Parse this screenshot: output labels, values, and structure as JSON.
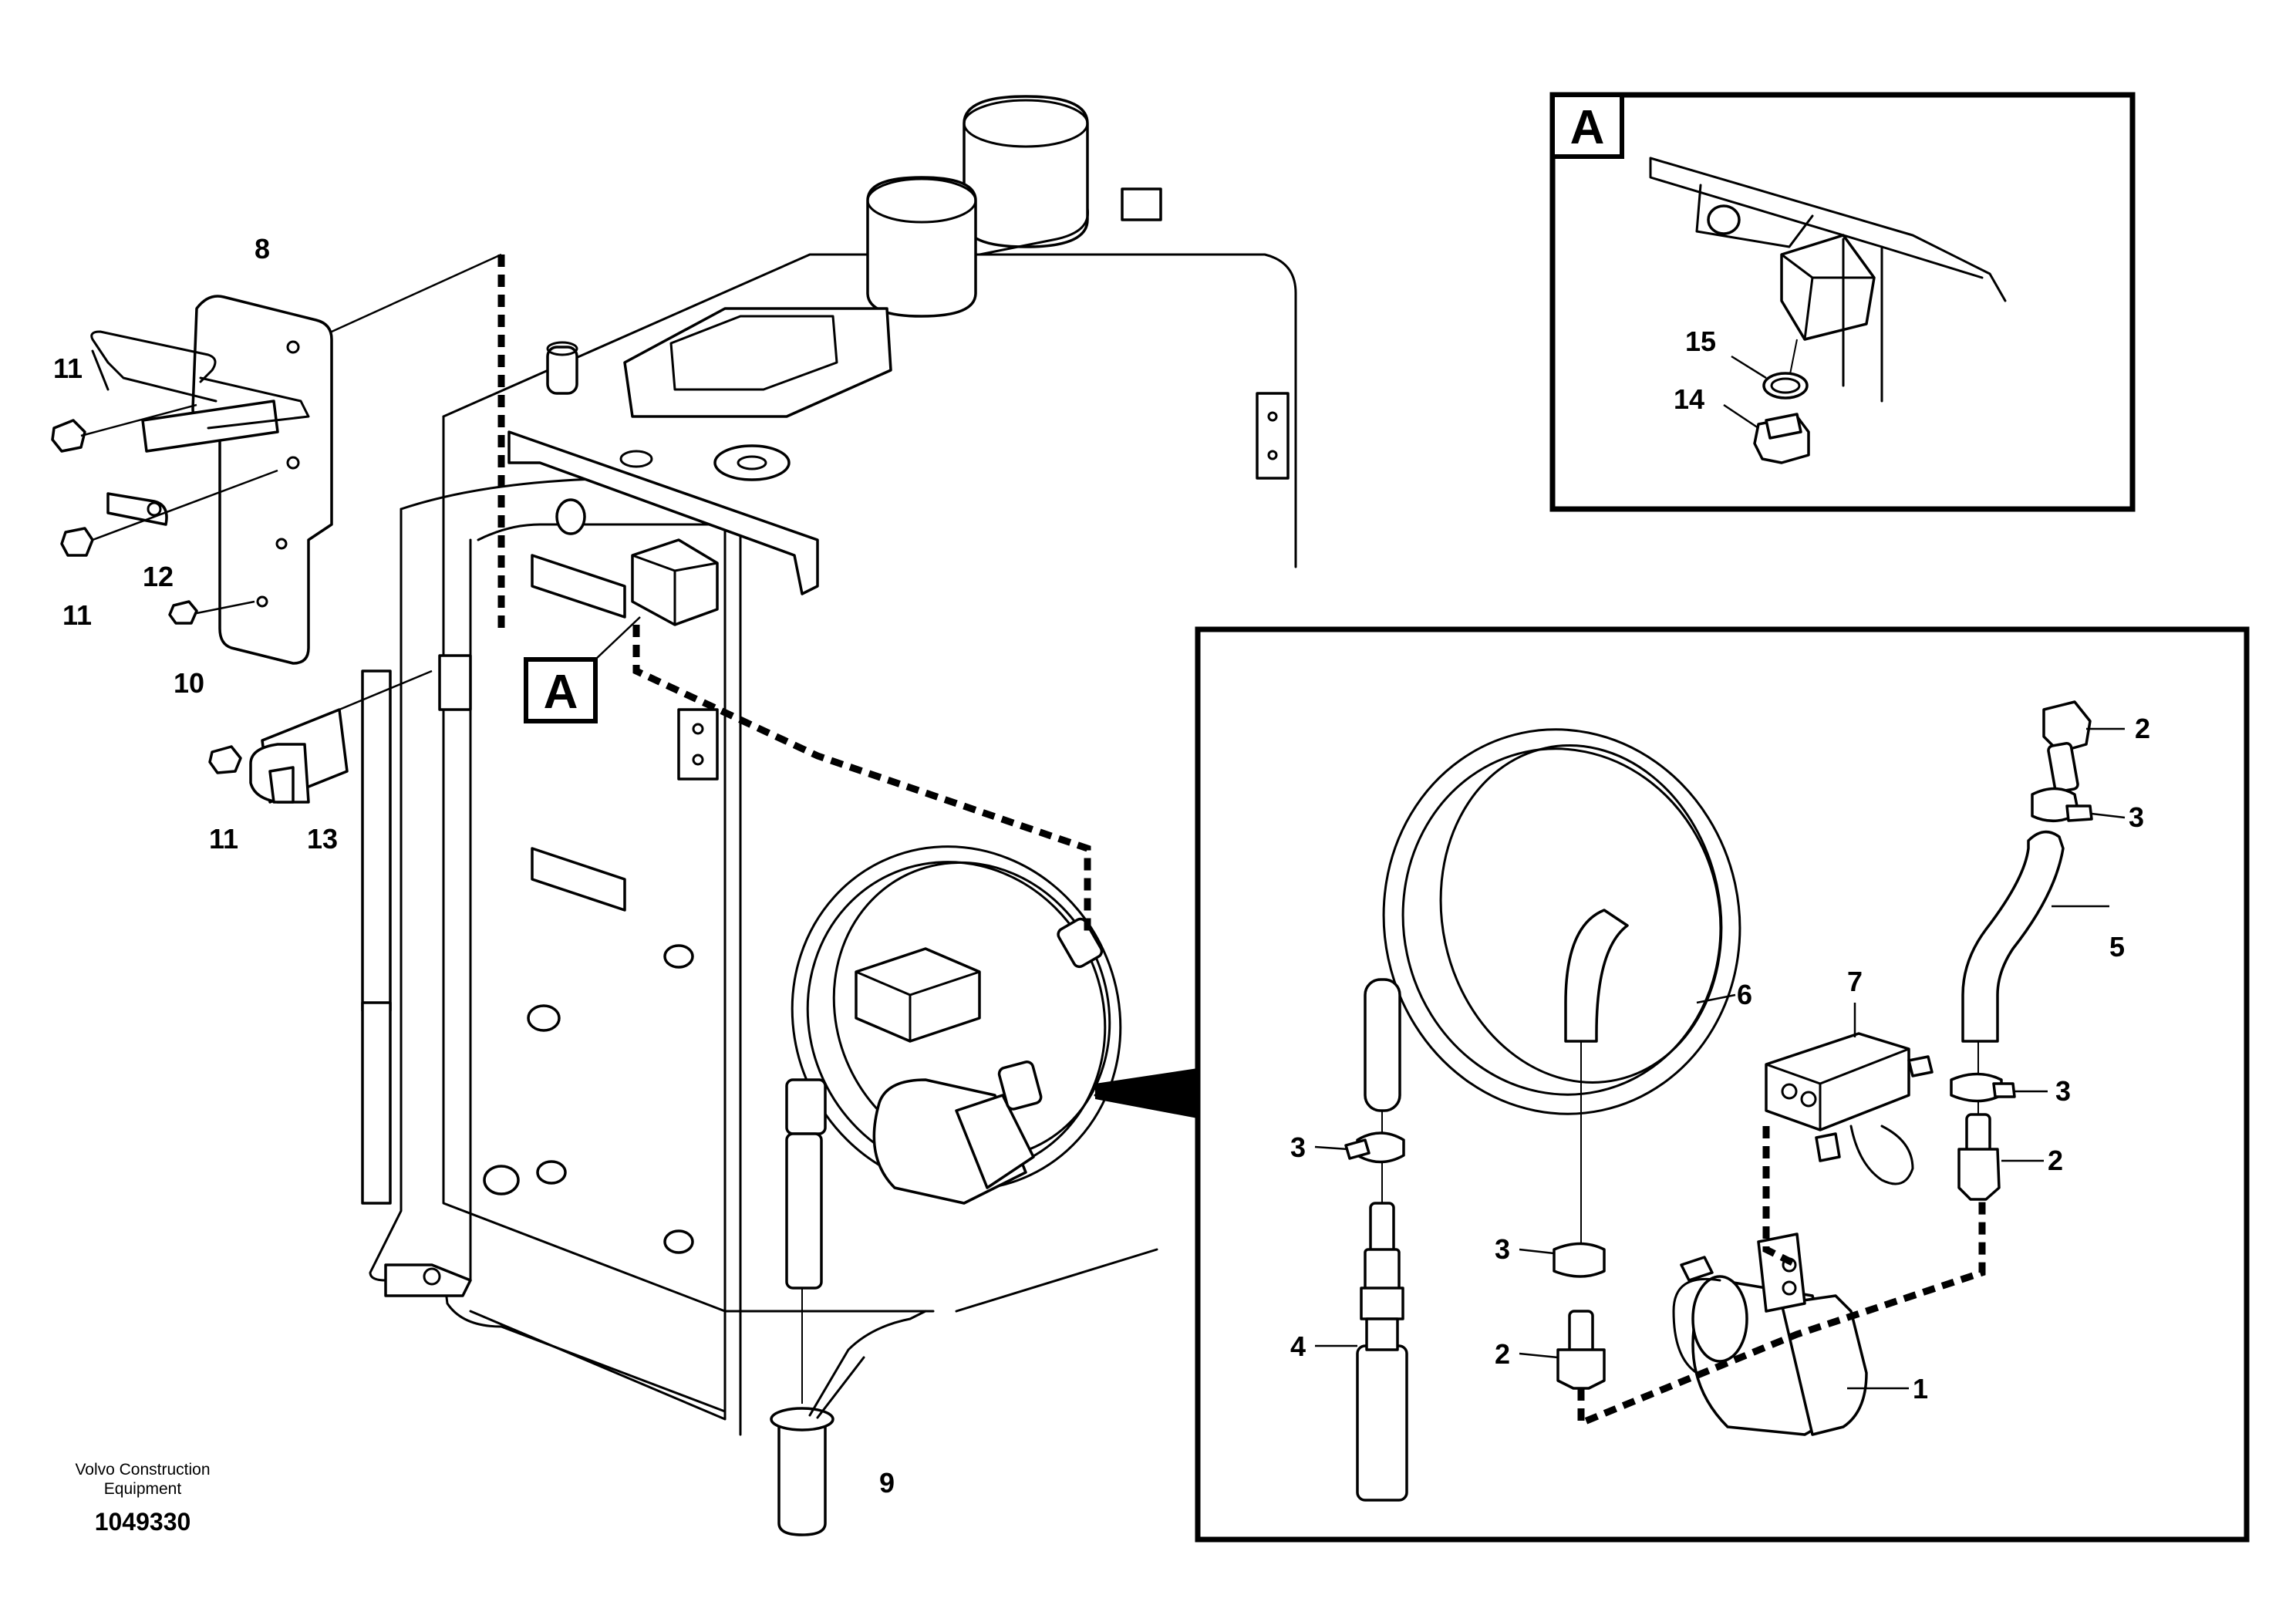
{
  "publisher": {
    "line1": "Volvo Construction",
    "line2": "Equipment"
  },
  "document_number": "1049330",
  "detail_callout": "A",
  "part_labels": {
    "p1": "1",
    "p2": "2",
    "p3": "3",
    "p4": "4",
    "p5": "5",
    "p6": "6",
    "p7": "7",
    "p8": "8",
    "p9": "9",
    "p10": "10",
    "p11": "11",
    "p12": "12",
    "p13": "13",
    "p14": "14",
    "p15": "15"
  }
}
